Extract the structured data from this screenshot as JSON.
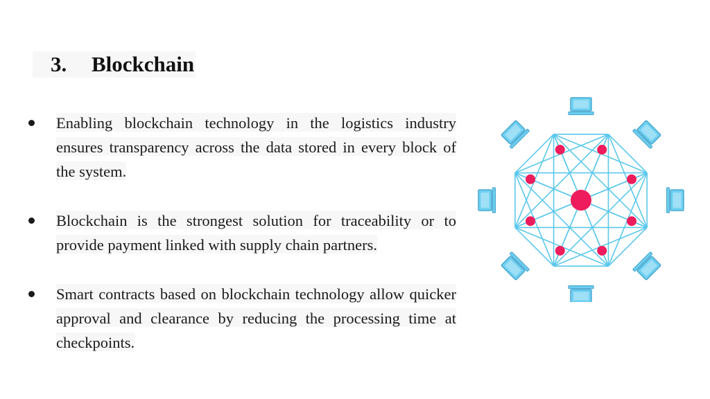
{
  "slide": {
    "title_number": "3.",
    "title_text": "Blockchain",
    "bullets": [
      "Enabling blockchain technology in the logistics industry ensures transparency across the data stored in every block of the system.",
      "Blockchain is the strongest solution for traceability or to provide payment linked with supply chain partners.",
      "Smart contracts based on blockchain technology allow quicker approval and clearance by reducing the processing time at checkpoints."
    ]
  },
  "diagram": {
    "icon": "computer-network-icon",
    "node_count": 8,
    "colors": {
      "line": "#5bc8ec",
      "node": "#ee1c5c",
      "device": "#6fd0f2",
      "device_outline": "#4aa8cf"
    }
  }
}
